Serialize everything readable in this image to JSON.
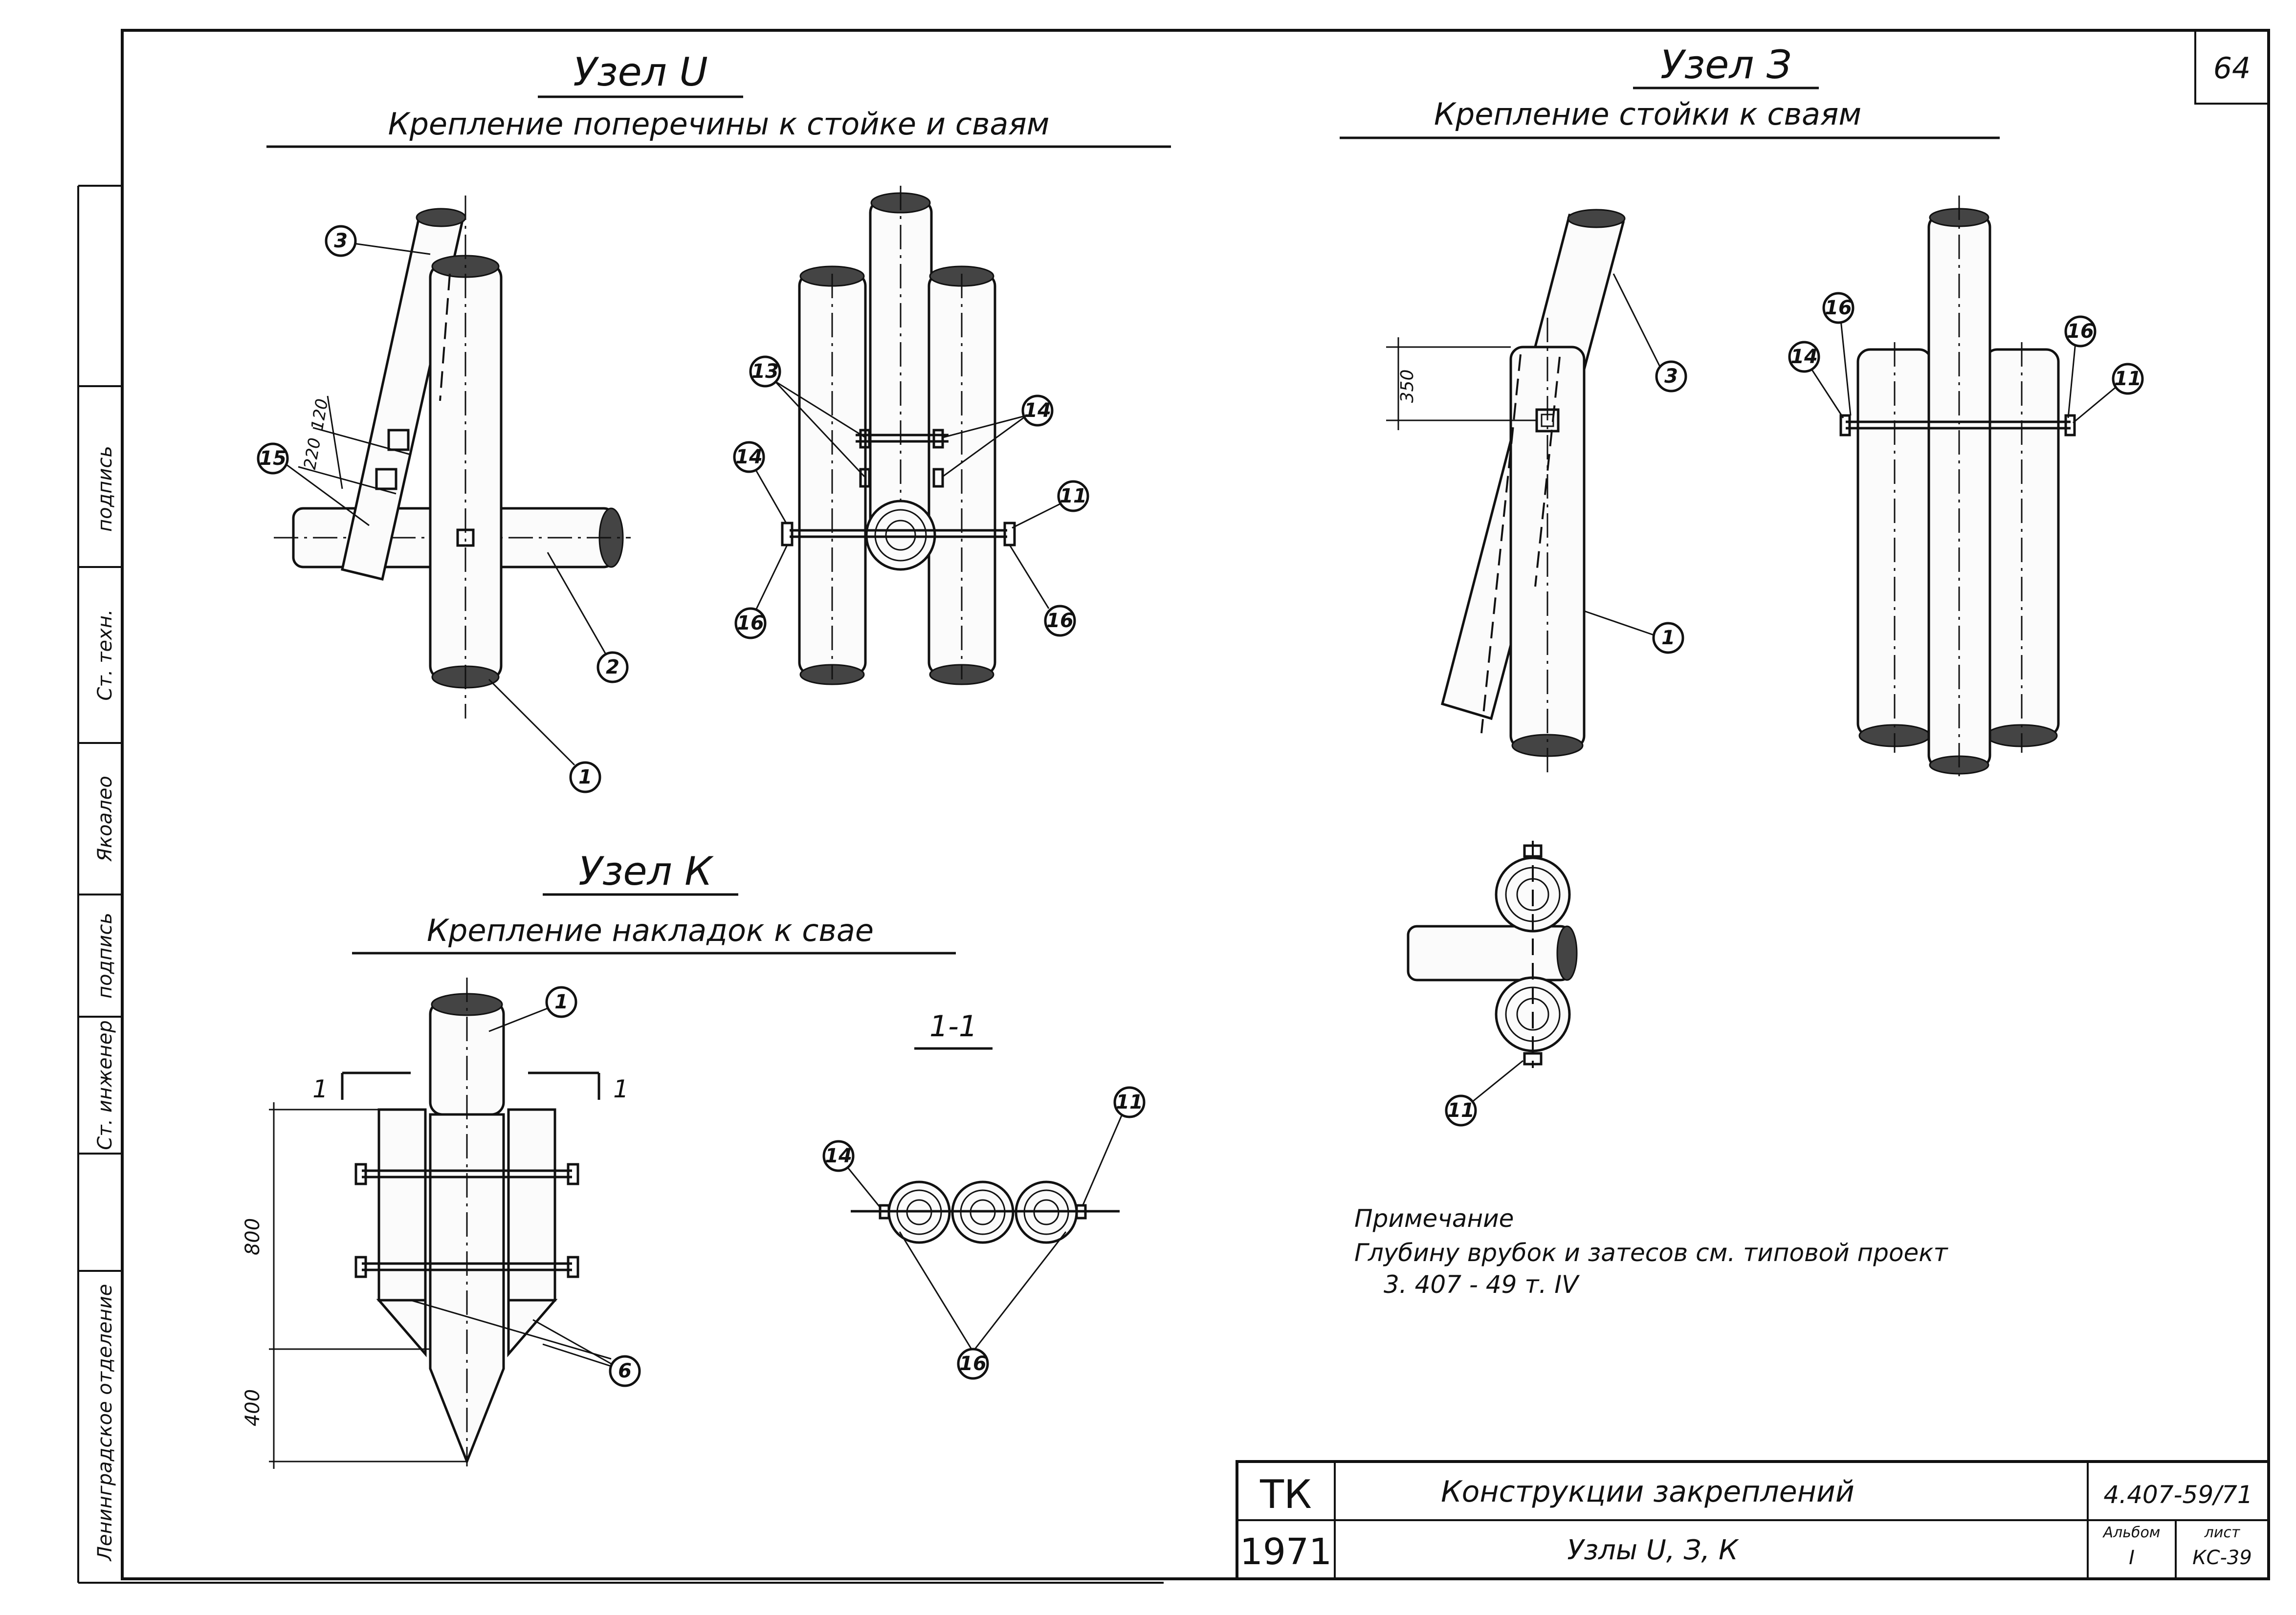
{
  "sheet_number": "64",
  "nodes": {
    "u": {
      "title": "Узел U",
      "subtitle": "Крепление поперечины к стойке и сваям"
    },
    "z": {
      "title": "Узел З",
      "subtitle": "Крепление стойки к сваям"
    },
    "k": {
      "title": "Узел К",
      "subtitle": "Крепление накладок к свае"
    }
  },
  "section_label": "1-1",
  "section_marks": [
    "1",
    "1"
  ],
  "dimensions": {
    "u_spacing_a": "120",
    "u_spacing_b": "220",
    "z_spacing": "350",
    "k_height_upper": "800",
    "k_height_lower": "400"
  },
  "callouts": {
    "u_left": [
      "3",
      "15",
      "2",
      "1"
    ],
    "u_right": [
      "13",
      "14",
      "14",
      "11",
      "16",
      "16"
    ],
    "z_left": [
      "3",
      "1"
    ],
    "z_right": [
      "16",
      "14",
      "16",
      "11"
    ],
    "z_plan": [
      "11"
    ],
    "k_main": [
      "1",
      "6"
    ],
    "k_section": [
      "14",
      "11",
      "16"
    ]
  },
  "note": {
    "heading": "Примечание",
    "line1": "Глубину врубок и затесов см. типовой проект",
    "line2": "3. 407 - 49 т. IV"
  },
  "title_block": {
    "org_mark": "ТК",
    "year": "1971",
    "title": "Конструкции закреплений",
    "subtitle": "Узлы U, З, К",
    "project_code": "4.407-59/71",
    "album_label": "Альбом",
    "album_value": "I",
    "sheet_label": "лист",
    "sheet_value": "КС-39"
  },
  "side_stamp": {
    "department": "Ленинградское отделение",
    "role_engineer": "Ст. инженер",
    "role_tech": "Ст. техн.",
    "name_a": "Якоалео",
    "signature_a": "подпись",
    "signature_b": "подпись"
  }
}
